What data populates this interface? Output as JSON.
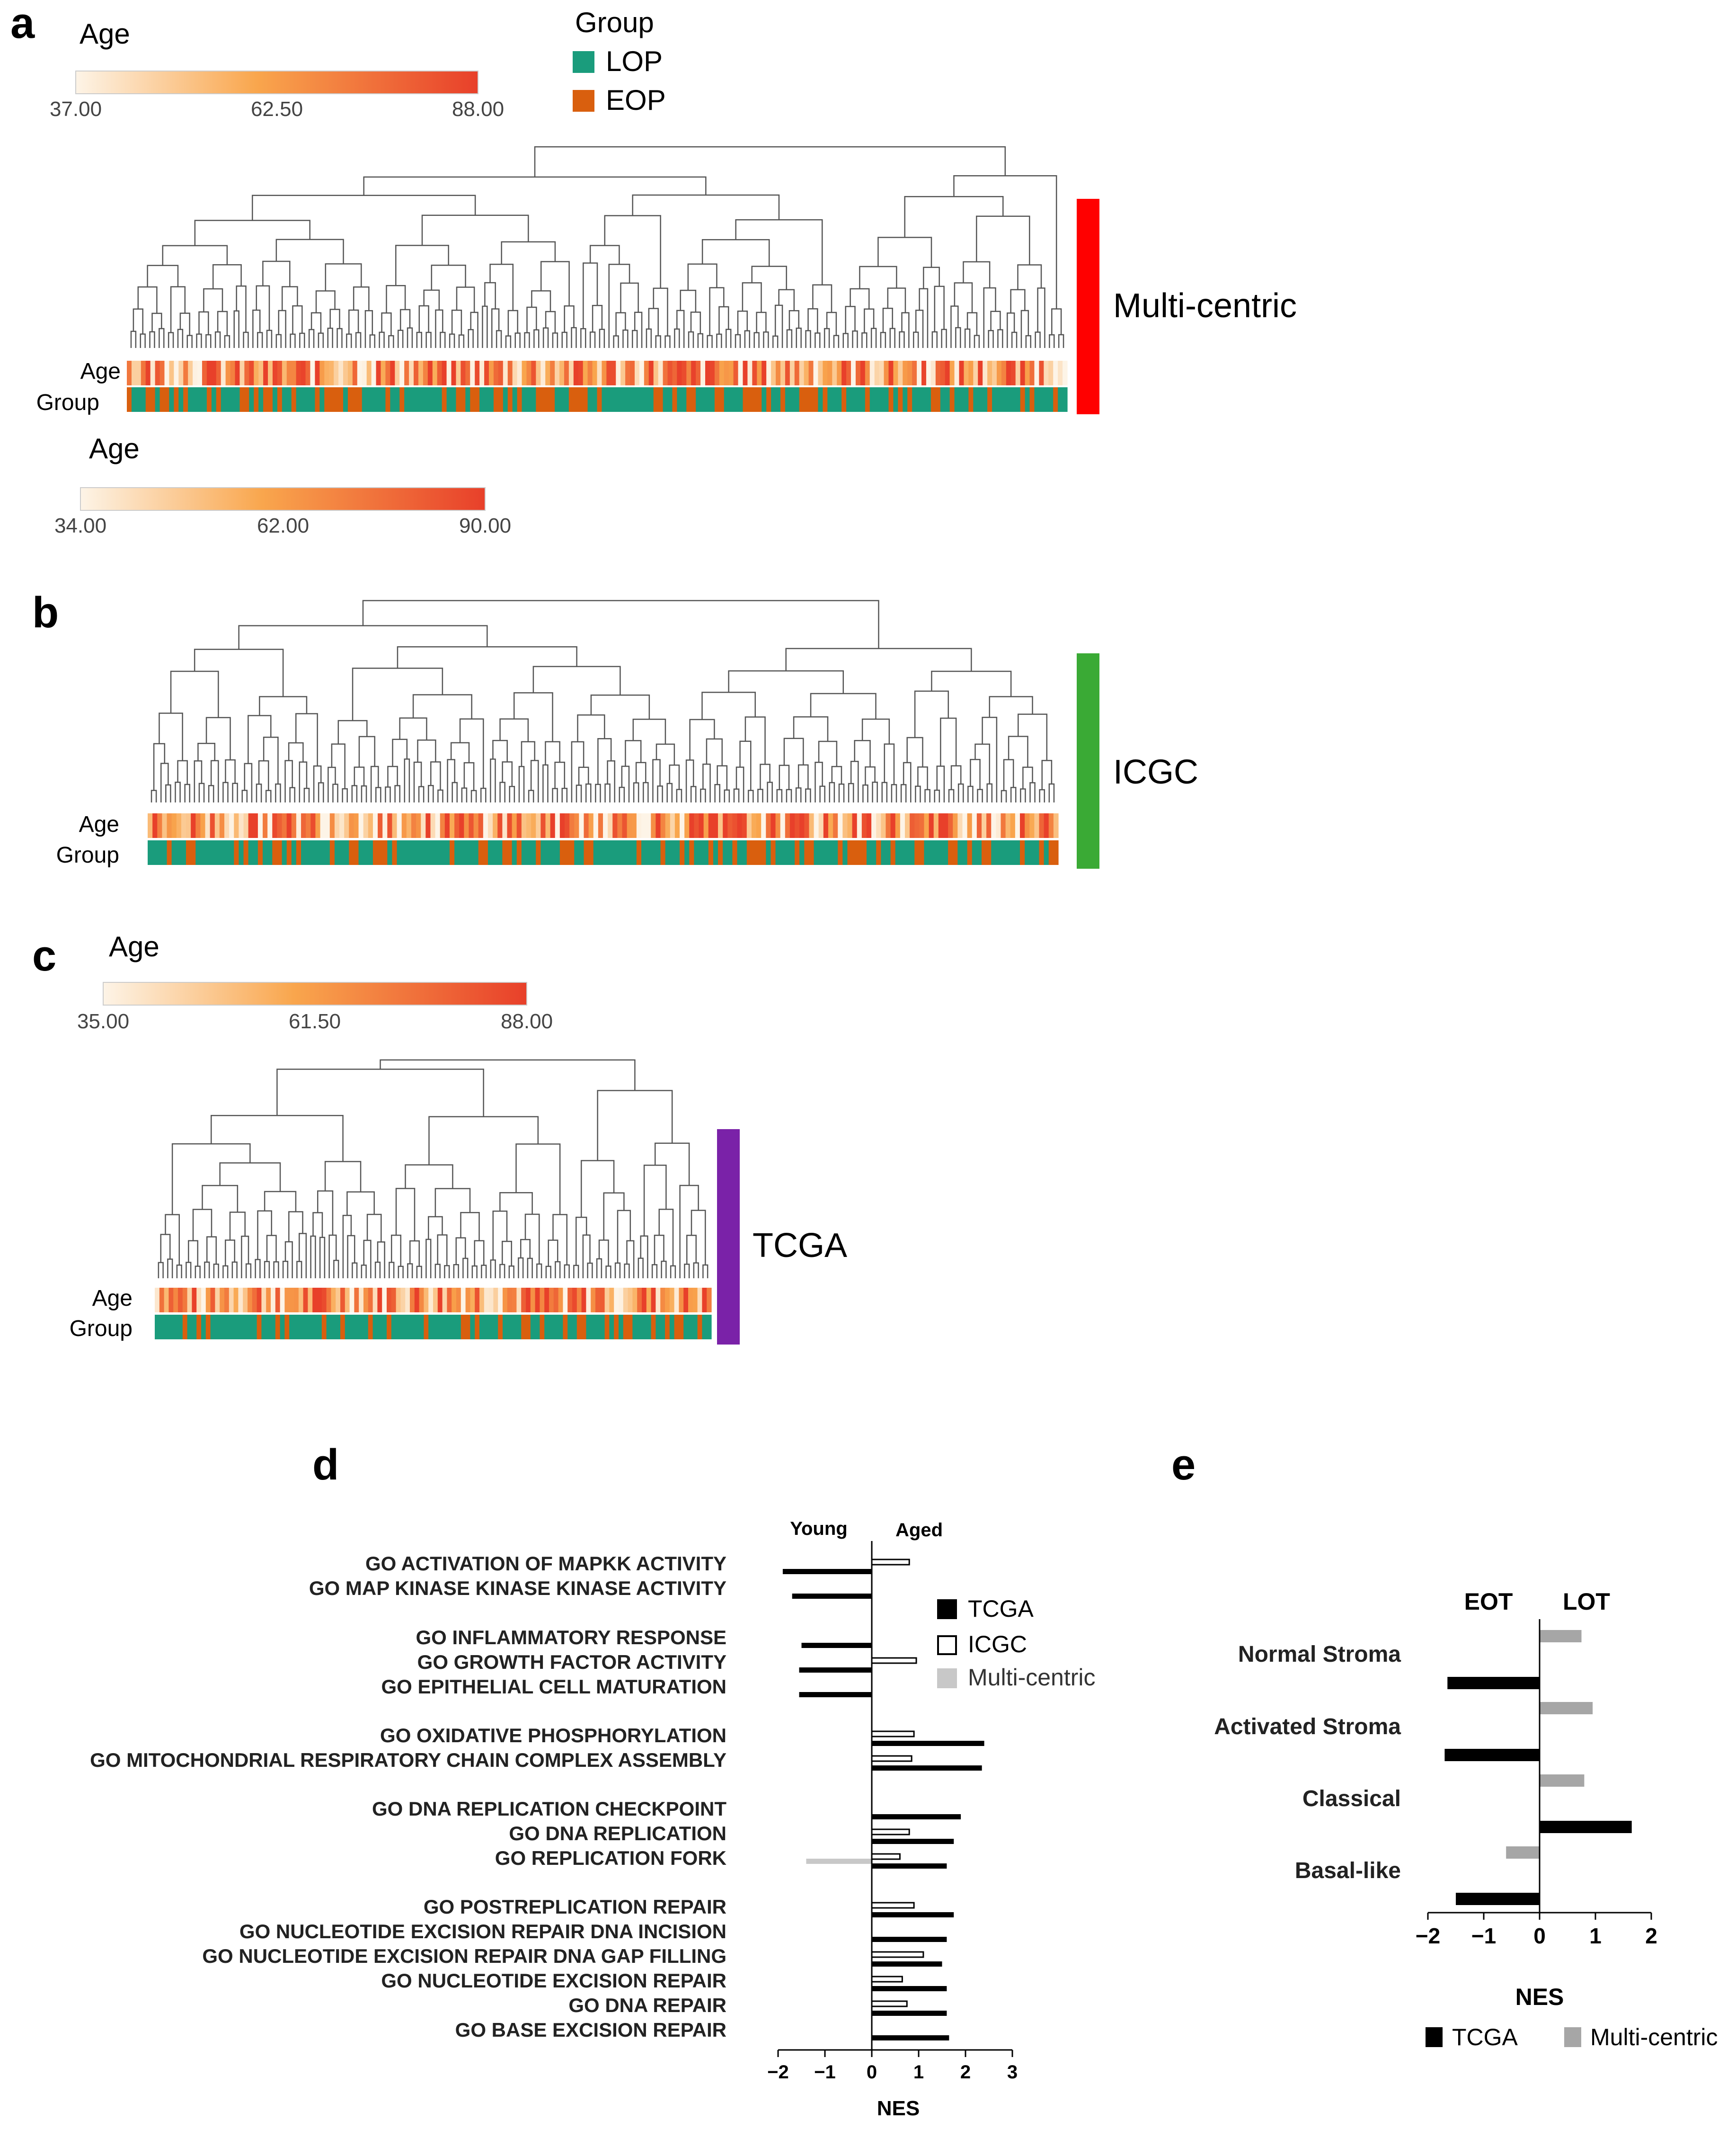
{
  "colors": {
    "lop": "#1a9c7c",
    "eop": "#d95f0e",
    "age_low": "#fdf4e7",
    "age_mid": "#f9a64d",
    "age_high": "#e8402a",
    "multicentric_bar": "#ff0000",
    "icgc_bar": "#3aaa35",
    "tcga_bar": "#7a22a8",
    "tcga_series": "#000000",
    "icgc_series": "#ffffff",
    "multicentric_series": "#a6a6a6",
    "multicentric_series_d": "#c8c8c8"
  },
  "legend_group": {
    "title": "Group",
    "items": [
      "LOP",
      "EOP"
    ]
  },
  "panels": {
    "a": {
      "letter": "a",
      "age_legend": {
        "title": "Age",
        "min": "37.00",
        "mid": "62.50",
        "max": "88.00"
      },
      "row_labels": {
        "age": "Age",
        "group": "Group"
      },
      "cohort": "Multi-centric"
    },
    "b": {
      "letter": "b",
      "age_legend": {
        "title": "Age",
        "min": "34.00",
        "mid": "62.00",
        "max": "90.00"
      },
      "row_labels": {
        "age": "Age",
        "group": "Group"
      },
      "cohort": "ICGC"
    },
    "c": {
      "letter": "c",
      "age_legend": {
        "title": "Age",
        "min": "35.00",
        "mid": "61.50",
        "max": "88.00"
      },
      "row_labels": {
        "age": "Age",
        "group": "Group"
      },
      "cohort": "TCGA"
    },
    "d": {
      "letter": "d"
    },
    "e": {
      "letter": "e"
    }
  },
  "chart_data": [
    {
      "panel": "d",
      "type": "bar",
      "orientation": "horizontal",
      "xlabel": "NES",
      "side_labels": {
        "negative": "Young",
        "positive": "Aged"
      },
      "xlim": [
        -2,
        3
      ],
      "xticks": [
        "−2",
        "−1",
        "0",
        "1",
        "2",
        "3"
      ],
      "legend": {
        "position": "right",
        "items": [
          "TCGA",
          "ICGC",
          "Multi-centric"
        ]
      },
      "categories": [
        "GO ACTIVATION OF MAPKK ACTIVITY",
        "GO MAP KINASE KINASE KINASE ACTIVITY",
        "GO INFLAMMATORY RESPONSE",
        "GO GROWTH FACTOR ACTIVITY",
        "GO EPITHELIAL CELL MATURATION",
        "GO OXIDATIVE PHOSPHORYLATION",
        "GO MITOCHONDRIAL RESPIRATORY CHAIN COMPLEX ASSEMBLY",
        "GO DNA REPLICATION CHECKPOINT",
        "GO DNA REPLICATION",
        "GO REPLICATION FORK",
        "GO POSTREPLICATION REPAIR",
        "GO NUCLEOTIDE EXCISION REPAIR DNA INCISION",
        "GO NUCLEOTIDE EXCISION REPAIR DNA GAP FILLING",
        "GO NUCLEOTIDE EXCISION REPAIR",
        "GO DNA REPAIR",
        "GO BASE EXCISION REPAIR"
      ],
      "groups": [
        [
          0,
          1
        ],
        [
          2,
          3,
          4
        ],
        [
          5,
          6
        ],
        [
          7,
          8,
          9
        ],
        [
          10,
          11,
          12,
          13,
          14,
          15
        ]
      ],
      "series": [
        {
          "name": "TCGA",
          "values": [
            -1.9,
            -1.7,
            -1.5,
            -1.55,
            -1.55,
            2.4,
            2.35,
            1.9,
            1.75,
            1.6,
            1.75,
            1.6,
            1.5,
            1.6,
            1.6,
            1.65
          ]
        },
        {
          "name": "ICGC",
          "values": [
            0.8,
            0.0,
            0.0,
            0.95,
            0.0,
            0.9,
            0.85,
            0.0,
            0.8,
            0.6,
            0.9,
            0.0,
            1.1,
            0.65,
            0.75,
            0.0
          ]
        },
        {
          "name": "Multi-centric",
          "values": [
            0,
            0,
            0,
            0,
            0,
            0,
            0,
            0,
            0,
            -1.4,
            0,
            0,
            0,
            0,
            0,
            0
          ]
        }
      ]
    },
    {
      "panel": "e",
      "type": "bar",
      "orientation": "horizontal",
      "xlabel": "NES",
      "side_labels": {
        "negative": "EOT",
        "positive": "LOT"
      },
      "xlim": [
        -2,
        2
      ],
      "xticks": [
        "−2",
        "−1",
        "0",
        "1",
        "2"
      ],
      "legend": {
        "position": "bottom",
        "items": [
          "TCGA",
          "Multi-centric"
        ]
      },
      "categories": [
        "Normal Stroma",
        "Activated Stroma",
        "Classical",
        "Basal-like"
      ],
      "series": [
        {
          "name": "TCGA",
          "values": [
            -1.65,
            -1.7,
            1.65,
            -1.5
          ]
        },
        {
          "name": "Multi-centric",
          "values": [
            0.75,
            0.95,
            0.8,
            -0.6
          ]
        }
      ]
    }
  ]
}
